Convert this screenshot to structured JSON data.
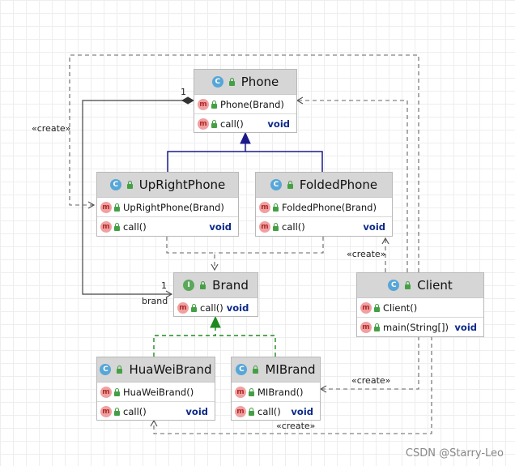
{
  "classes": {
    "phone": {
      "name": "Phone",
      "kind": "C",
      "rows": [
        {
          "text": "Phone(Brand)",
          "ret": ""
        },
        {
          "text": "call()",
          "ret": "void"
        }
      ]
    },
    "upright": {
      "name": "UpRightPhone",
      "kind": "C",
      "rows": [
        {
          "text": "UpRightPhone(Brand)",
          "ret": ""
        },
        {
          "text": "call()",
          "ret": "void"
        }
      ]
    },
    "folded": {
      "name": "FoldedPhone",
      "kind": "C",
      "rows": [
        {
          "text": "FoldedPhone(Brand)",
          "ret": ""
        },
        {
          "text": "call()",
          "ret": "void"
        }
      ]
    },
    "brand": {
      "name": "Brand",
      "kind": "I",
      "rows": [
        {
          "text": "call()",
          "ret": "void"
        }
      ]
    },
    "client": {
      "name": "Client",
      "kind": "C",
      "rows": [
        {
          "text": "Client()",
          "ret": ""
        },
        {
          "text": "main(String[])",
          "ret": "void"
        }
      ]
    },
    "huawei": {
      "name": "HuaWeiBrand",
      "kind": "C",
      "rows": [
        {
          "text": "HuaWeiBrand()",
          "ret": ""
        },
        {
          "text": "call()",
          "ret": "void"
        }
      ]
    },
    "mi": {
      "name": "MIBrand",
      "kind": "C",
      "rows": [
        {
          "text": "MIBrand()",
          "ret": ""
        },
        {
          "text": "call()",
          "ret": "void"
        }
      ]
    }
  },
  "labels": {
    "create_left": "«create»",
    "create_client": "«create»",
    "create_mi": "«create»",
    "create_huawei": "«create»",
    "mult_phone": "1",
    "mult_brand": "1",
    "role_brand": "brand"
  },
  "watermark": "CSDN @Starry-Leo",
  "colors": {
    "inheritance": "#1a1a8c",
    "realization": "#1e8a1e",
    "dependency": "#666666",
    "aggregation": "#444444"
  }
}
